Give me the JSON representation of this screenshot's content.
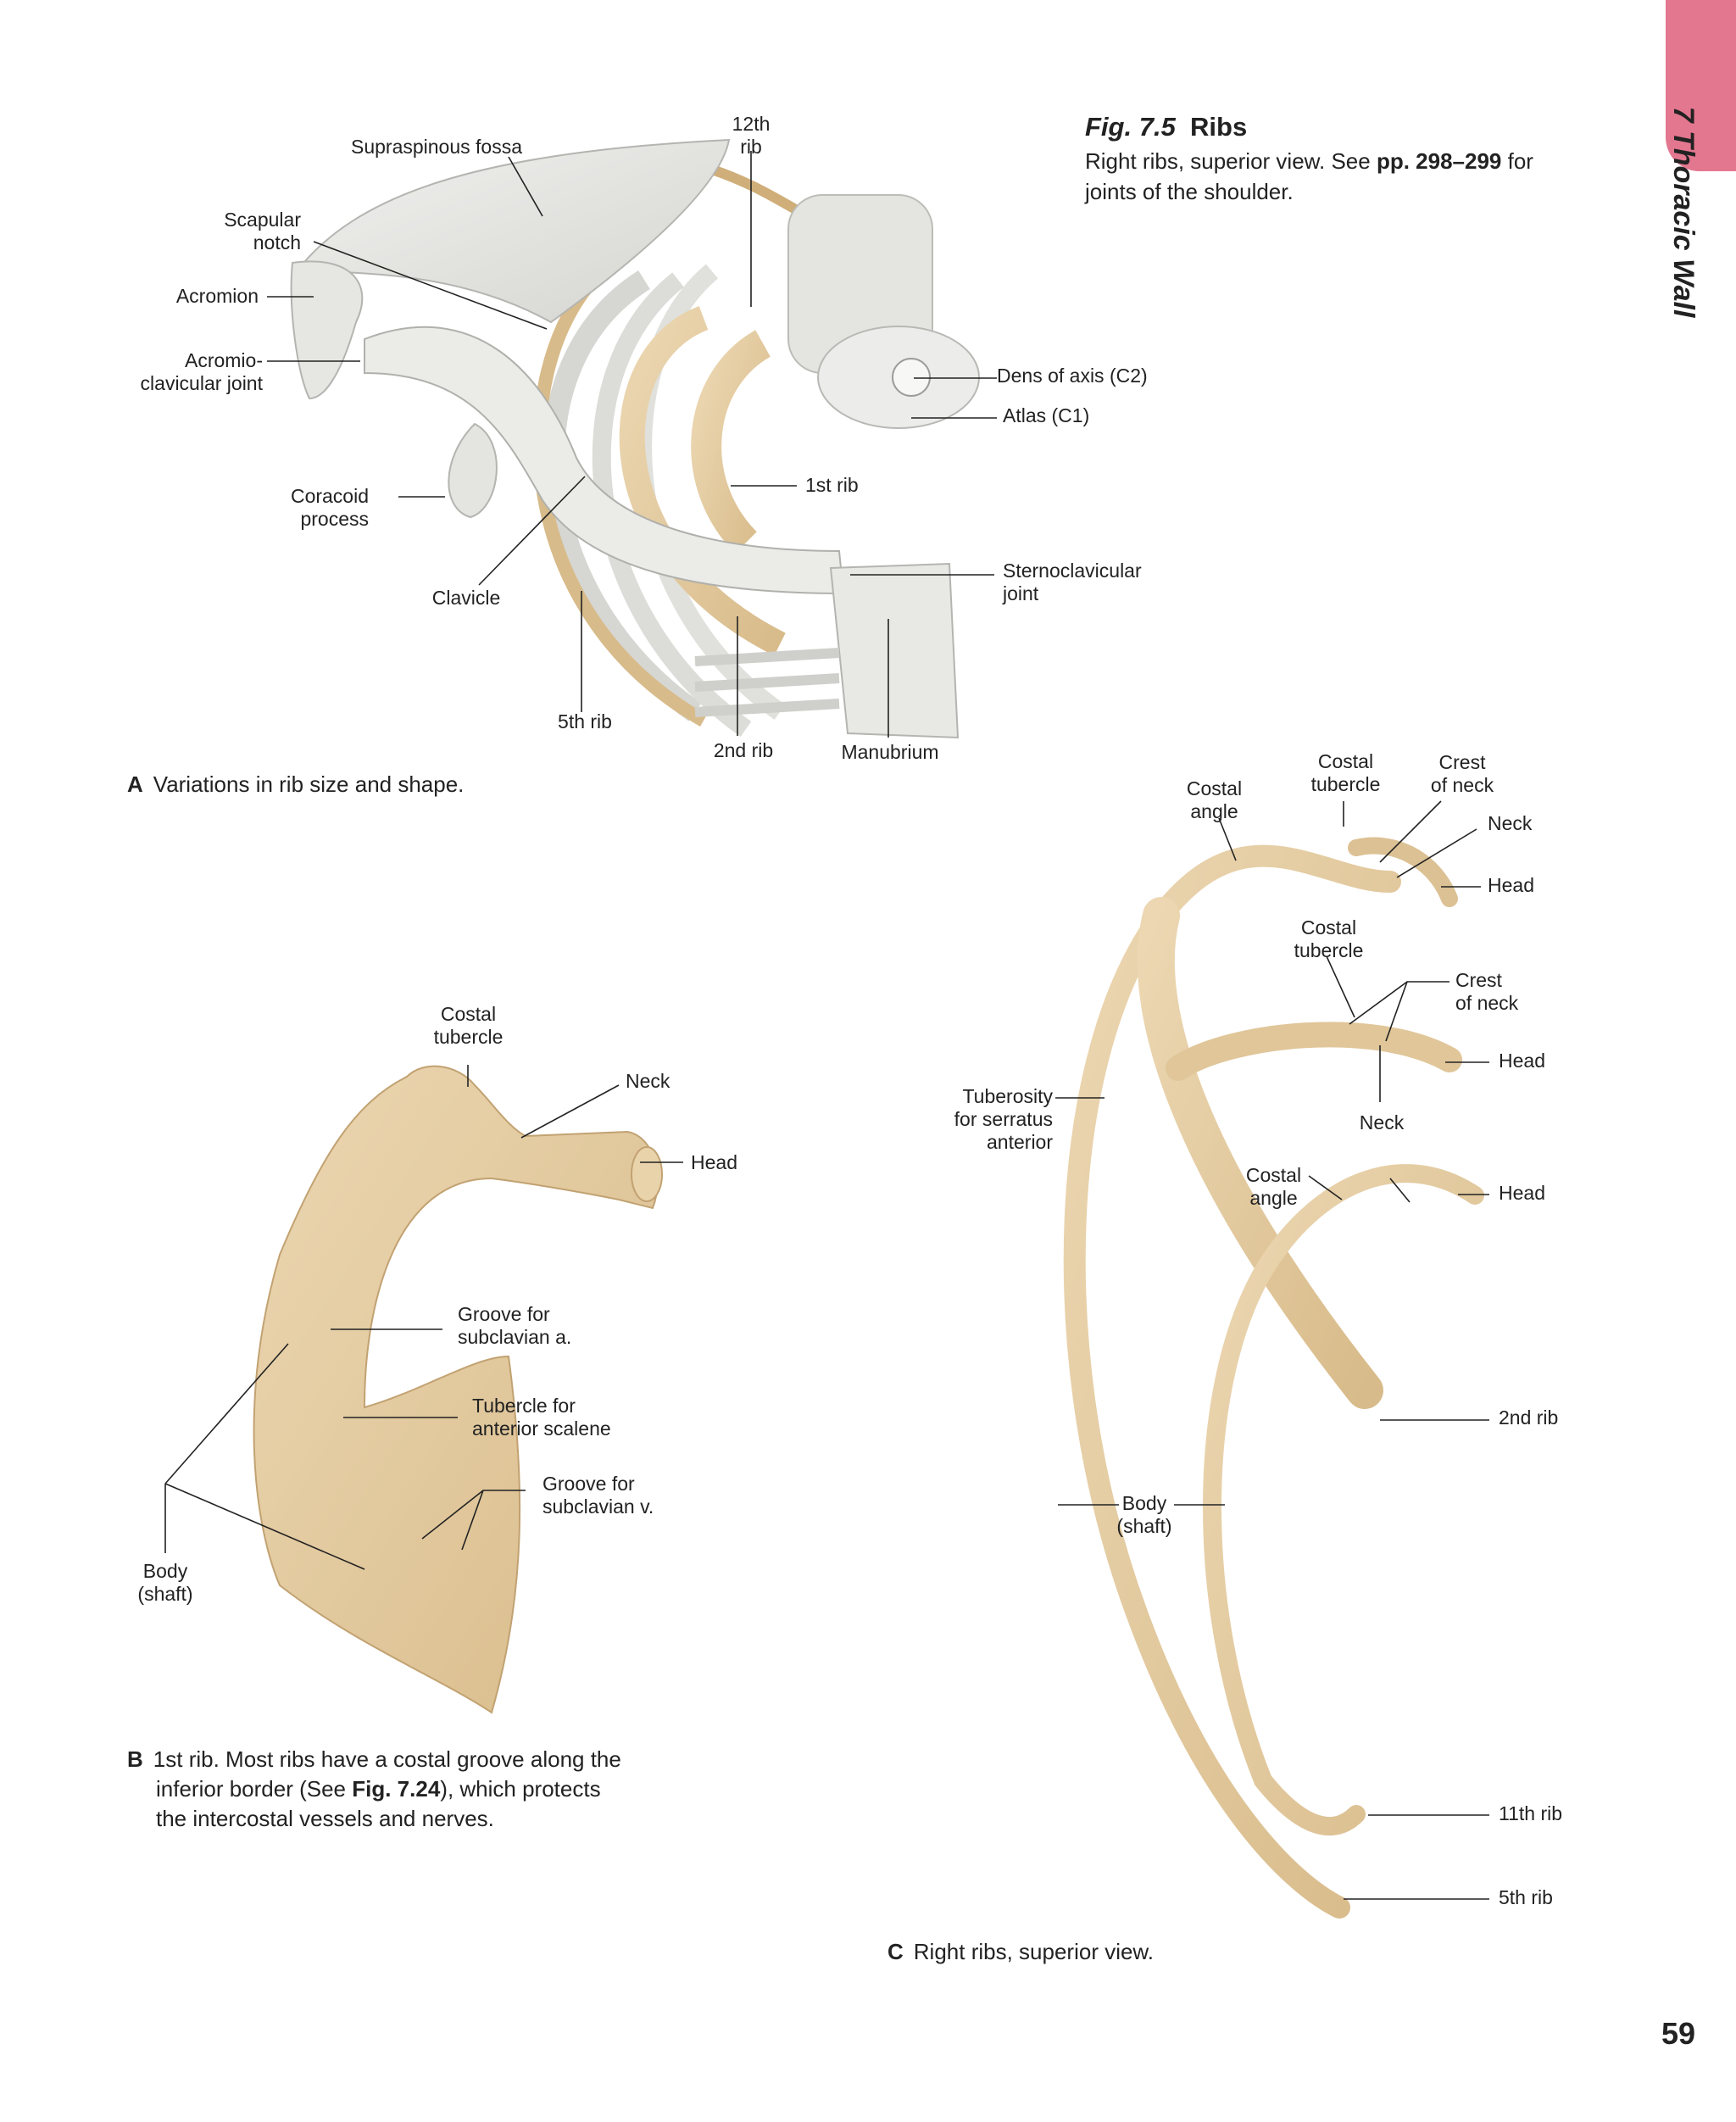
{
  "chapter_tab": "7 Thoracic Wall",
  "page_number": "59",
  "figure": {
    "number": "Fig. 7.5",
    "name": "Ribs",
    "subtitle_pre": "Right ribs, superior view. See ",
    "subtitle_ref": "pp. 298–299",
    "subtitle_post": " for joints of the shoulder."
  },
  "panel_a": {
    "caption_letter": "A",
    "caption": "Variations in rib size and shape.",
    "labels": {
      "supraspinous_fossa": "Supraspinous fossa",
      "twelfth_rib": "12th\nrib",
      "scapular_notch": "Scapular\nnotch",
      "acromion": "Acromion",
      "acromioclavicular_joint": "Acromio-\nclavicular joint",
      "dens_of_axis": "Dens of axis (C2)",
      "atlas": "Atlas (C1)",
      "first_rib": "1st rib",
      "coracoid_process": "Coracoid\nprocess",
      "sternoclavicular_joint": "Sternoclavicular\njoint",
      "clavicle": "Clavicle",
      "fifth_rib": "5th rib",
      "second_rib": "2nd rib",
      "manubrium": "Manubrium"
    }
  },
  "panel_b": {
    "caption_letter": "B",
    "caption_pre": "1st rib. Most ribs have a costal groove along the inferior border (See ",
    "caption_ref": "Fig. 7.24",
    "caption_post": "), which protects the intercostal vessels and nerves.",
    "labels": {
      "costal_tubercle": "Costal\ntubercle",
      "neck": "Neck",
      "head": "Head",
      "groove_subclavian_a": "Groove for\nsubclavian a.",
      "tubercle_anterior_scalene": "Tubercle for\nanterior scalene",
      "groove_subclavian_v": "Groove for\nsubclavian v.",
      "body_shaft": "Body\n(shaft)"
    }
  },
  "panel_c": {
    "caption_letter": "C",
    "caption": "Right ribs, superior view.",
    "labels": {
      "costal_angle_1": "Costal\nangle",
      "costal_tubercle_1": "Costal\ntubercle",
      "crest_of_neck_1": "Crest\nof neck",
      "neck_1": "Neck",
      "head_1": "Head",
      "costal_tubercle_2": "Costal\ntubercle",
      "crest_of_neck_2": "Crest\nof neck",
      "head_2": "Head",
      "tuberosity_serratus": "Tuberosity\nfor serratus\nanterior",
      "neck_2": "Neck",
      "costal_angle_2": "Costal\nangle",
      "head_3": "Head",
      "second_rib": "2nd rib",
      "body_shaft": "Body\n(shaft)",
      "eleventh_rib": "11th rib",
      "fifth_rib": "5th rib"
    }
  },
  "colors": {
    "tab": "#e3778f",
    "bone": "#e2c9a0",
    "bone_dark": "#c9aa78",
    "scapula": "#e9e9e6",
    "leader": "#222222"
  }
}
